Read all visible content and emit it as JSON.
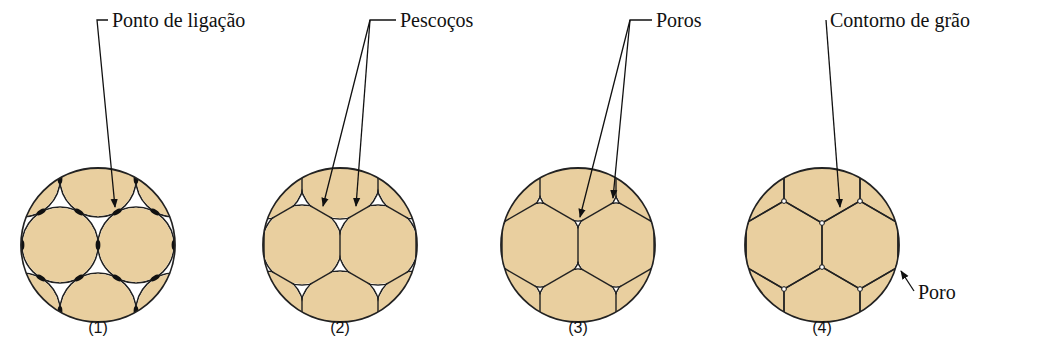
{
  "diagram": {
    "labels": [
      "Ponto de ligação",
      "Pescoços",
      "Poros",
      "Contorno de grão",
      "Poro",
      "(1)",
      "(2)",
      "(3)",
      "(4)"
    ]
  }
}
